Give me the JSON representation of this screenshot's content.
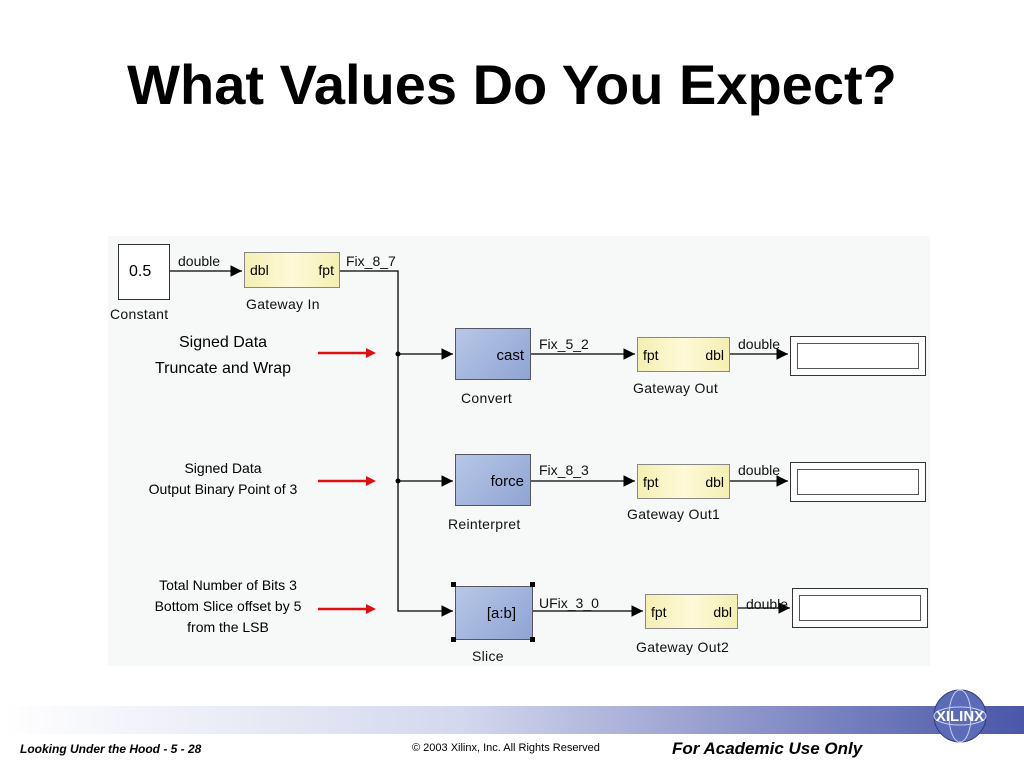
{
  "slide": {
    "title": "What Values Do You Expect?"
  },
  "diagram": {
    "constant": {
      "value": "0.5",
      "label": "Constant"
    },
    "gateway_in": {
      "in": "dbl",
      "out": "fpt",
      "label": "Gateway In"
    },
    "signals": {
      "const_out": "double",
      "gw_in_out": "Fix_8_7",
      "convert_out": "Fix_5_2",
      "reinterpret_out": "Fix_8_3",
      "slice_out": "UFix_3_0",
      "out1": "double",
      "out2": "double",
      "out3": "double"
    },
    "convert": {
      "text": "cast",
      "label": "Convert"
    },
    "reinterpret": {
      "text": "force",
      "label": "Reinterpret"
    },
    "slice": {
      "text": "[a:b]",
      "label": "Slice"
    },
    "gateway_out": {
      "in": "fpt",
      "out": "dbl",
      "label": "Gateway Out"
    },
    "gateway_out1": {
      "in": "fpt",
      "out": "dbl",
      "label": "Gateway Out1"
    },
    "gateway_out2": {
      "in": "fpt",
      "out": "dbl",
      "label": "Gateway Out2"
    }
  },
  "annotations": {
    "a1": {
      "line1": "Signed Data",
      "line2": "Truncate and Wrap"
    },
    "a2": {
      "line1": "Signed Data",
      "line2": "Output Binary Point of 3"
    },
    "a3": {
      "line1": "Total Number of Bits 3",
      "line2": "Bottom Slice offset by 5",
      "line3": "from the LSB"
    }
  },
  "footer": {
    "left": "Looking Under the Hood  -  5 - 28",
    "center": "© 2003 Xilinx, Inc. All Rights Reserved",
    "right": "For Academic Use Only",
    "logo": "XILINX"
  },
  "colors": {
    "arrow": "#e01010",
    "footer_blue": "#4a56a8",
    "block_blue": "#9fb2dc",
    "gateway_yellow": "#f4efb2"
  }
}
